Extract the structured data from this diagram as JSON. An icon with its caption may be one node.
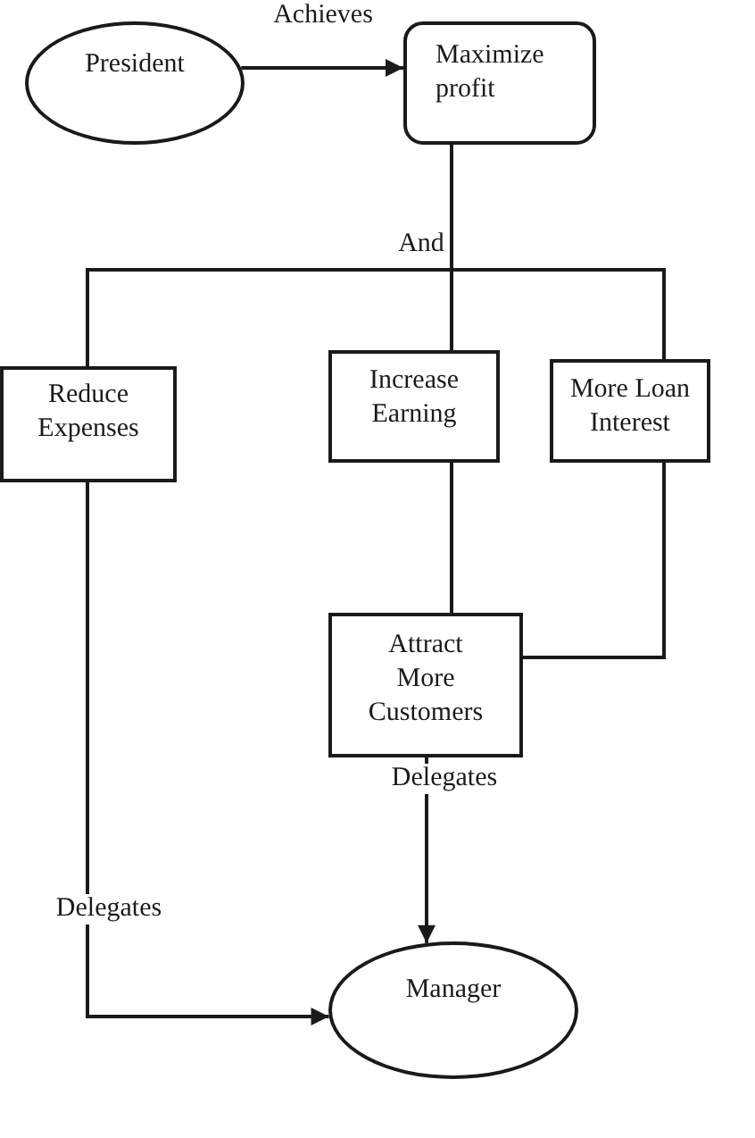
{
  "diagram": {
    "nodes": [
      {
        "text": [
          "President"
        ]
      },
      {
        "text": [
          "Maximize profit"
        ]
      },
      {
        "text": [
          "Reduce Expenses"
        ]
      },
      {
        "text": [
          "Increase Earning"
        ]
      },
      {
        "text": [
          "More Loan Interest"
        ]
      },
      {
        "text": [
          "Attract More Customers"
        ]
      },
      {
        "text": [
          "Manager"
        ]
      }
    ],
    "edges": [
      {
        "from": 0,
        "to": 1,
        "arrow": "to",
        "label": "Achieves"
      },
      {
        "from": 1,
        "to": 2,
        "arrow": "none"
      },
      {
        "from": 1,
        "to": 3,
        "arrow": "none",
        "label": "And"
      },
      {
        "from": 1,
        "to": 4,
        "arrow": "none"
      },
      {
        "from": 3,
        "to": 5,
        "arrow": "none"
      },
      {
        "from": 4,
        "to": 5,
        "arrow": "none"
      },
      {
        "from": 5,
        "to": 6,
        "arrow": "to",
        "label": "Delegates"
      },
      {
        "from": 2,
        "to": 6,
        "arrow": "to",
        "label": "Delegates"
      }
    ]
  }
}
